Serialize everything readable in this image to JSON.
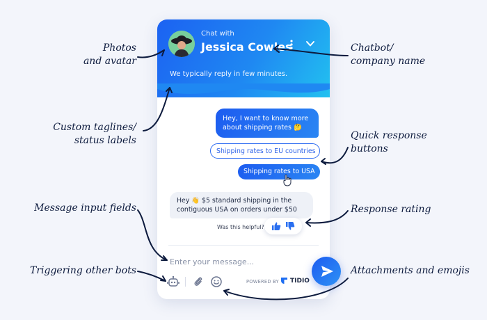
{
  "annotations": {
    "photos": [
      "Photos",
      "and avatar"
    ],
    "taglines": [
      "Custom taglines/",
      "status labels"
    ],
    "input": [
      "Message input fields"
    ],
    "triggering": [
      "Triggering other bots"
    ],
    "chatbot_name": [
      "Chatbot/",
      "company name"
    ],
    "quick_response": [
      "Quick response",
      "buttons"
    ],
    "rating": [
      "Response rating"
    ],
    "attachments": [
      "Attachments and emojis"
    ]
  },
  "header": {
    "chat_with": "Chat with",
    "agent_name": "Jessica Cowles",
    "tagline": "We typically reply in few minutes."
  },
  "messages": {
    "user": "Hey, I want to know more about shipping rates 🤔",
    "quick_replies": [
      "Shipping rates to EU countries",
      "Shipping rates to USA"
    ],
    "bot": "Hey 👋 $5 standard shipping in the contiguous USA on orders under $50",
    "helpful_label": "Was this helpful?"
  },
  "composer": {
    "placeholder": "Enter your message...",
    "powered_by": "POWERED BY",
    "brand": "TIDIO"
  },
  "icons": {
    "menu": "more-vertical-icon",
    "collapse": "chevron-down-icon",
    "thumbs_up": "thumbs-up-icon",
    "thumbs_down": "thumbs-down-icon",
    "bot": "bot-icon",
    "attachment": "paperclip-icon",
    "emoji": "smiley-icon",
    "send": "send-icon"
  },
  "colors": {
    "accent": "#1f6ff2",
    "header_gradient_end": "#22c1f0",
    "annotation_text": "#0d1b3e"
  }
}
